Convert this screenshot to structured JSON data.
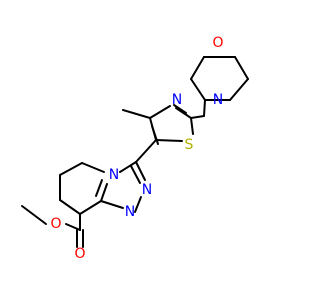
{
  "colors": {
    "background": "#ffffff",
    "bond": "#000000",
    "oxygen": "#ff0000",
    "nitrogen": "#0000ff",
    "sulfur": "#b2b200"
  },
  "atom_labels": {
    "morpholine_o": "O",
    "morpholine_n": "N",
    "thiazole_n": "N",
    "thiazole_s": "S",
    "triazole_n_bridge": "N",
    "triazole_n_right": "N",
    "triazole_n_left": "N",
    "ester_o_single": "O",
    "ester_o_carbonyl": "O"
  }
}
